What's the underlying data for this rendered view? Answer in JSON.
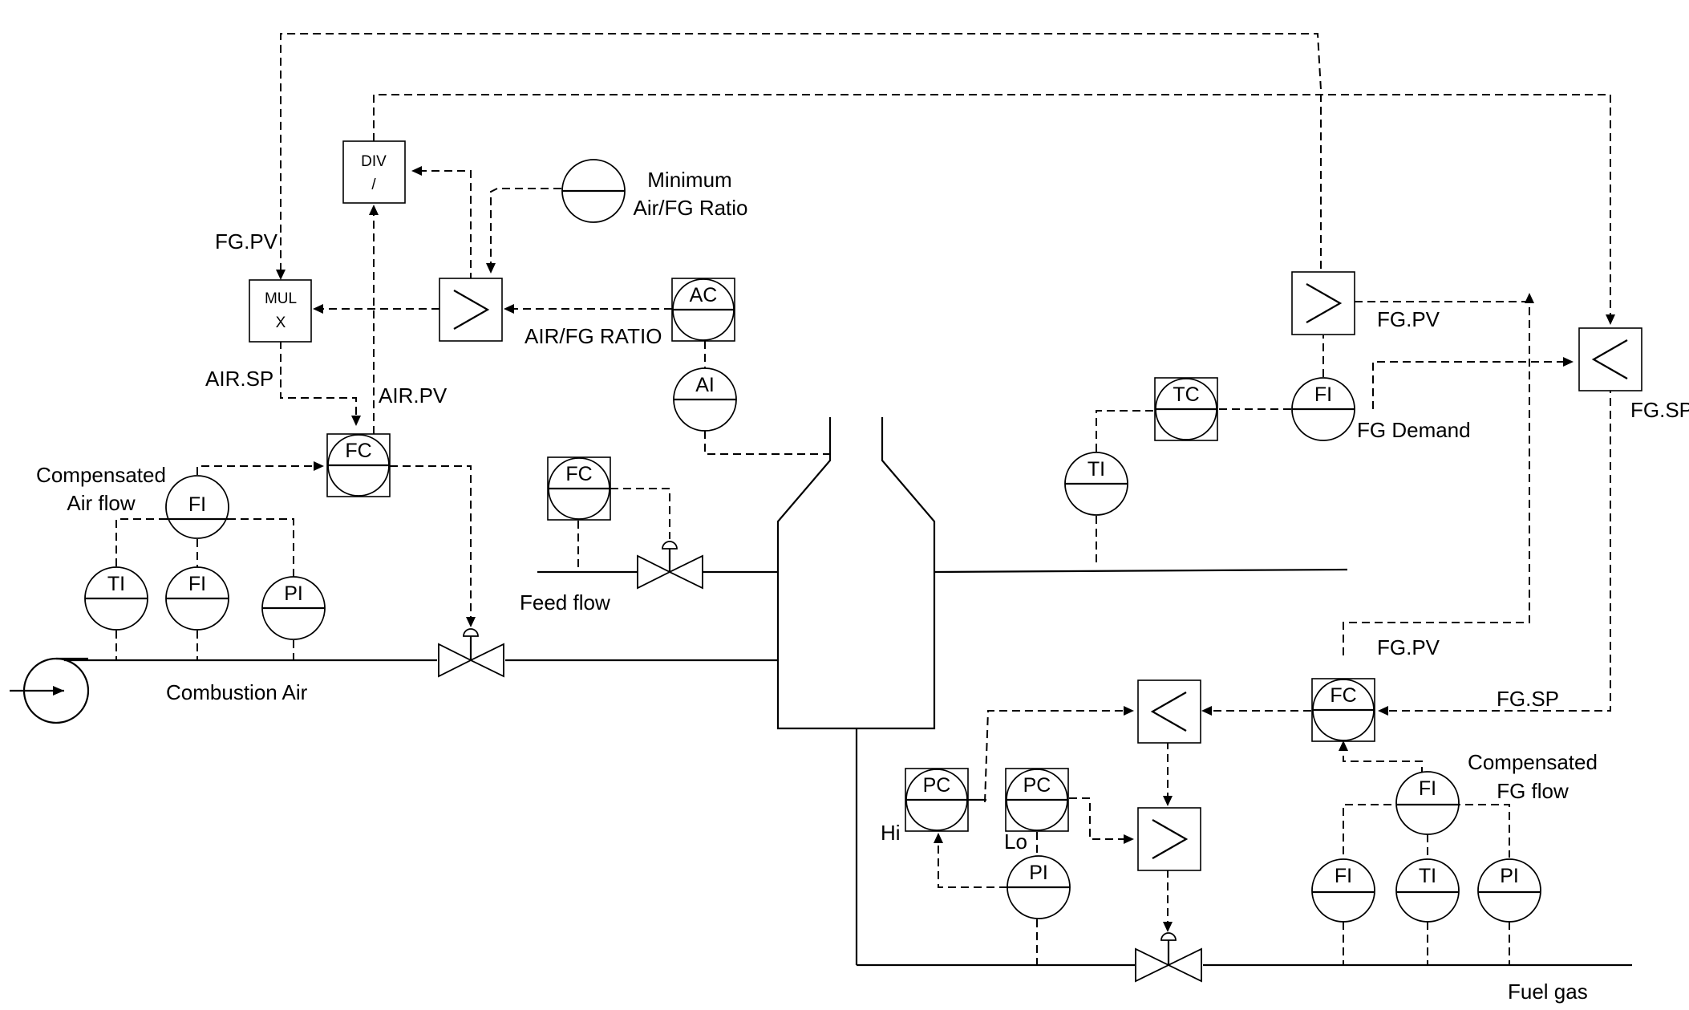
{
  "instruments": {
    "fi_comp_air": "FI",
    "ti_air": "TI",
    "fi_air": "FI",
    "pi_air": "PI",
    "fc_air": "FC",
    "fc_feed": "FC",
    "ac": "AC",
    "ai": "AI",
    "ti_furnace": "TI",
    "tc": "TC",
    "fi_demand": "FI",
    "fc_fg": "FC",
    "pc_hi": "PC",
    "pc_lo": "PC",
    "pi_fg": "PI",
    "fi_comp_fg": "FI",
    "fi_fg": "FI",
    "ti_fg": "TI",
    "pi_fg2": "PI"
  },
  "blocks": {
    "div_label": "DIV",
    "div_symbol": "/",
    "mul_label": "MUL",
    "mul_symbol": "X",
    "high_select": ">",
    "low_select": "<"
  },
  "labels": {
    "fg_pv_left": "FG.PV",
    "air_sp": "AIR.SP",
    "air_pv": "AIR.PV",
    "air_fg_ratio": "AIR/FG RATIO",
    "minimum_line1": "Minimum",
    "minimum_line2": "Air/FG Ratio",
    "compensated_air_line1": "Compensated",
    "compensated_air_line2": "Air flow",
    "combustion_air": "Combustion Air",
    "feed_flow": "Feed flow",
    "fg_pv_top": "FG.PV",
    "fg_demand": "FG Demand",
    "fg_sp_right": "FG.SP",
    "fg_pv_mid": "FG.PV",
    "fg_sp_mid": "FG.SP",
    "compensated_fg_line1": "Compensated",
    "compensated_fg_line2": "FG flow",
    "hi": "Hi",
    "lo": "Lo",
    "fuel_gas": "Fuel gas"
  }
}
